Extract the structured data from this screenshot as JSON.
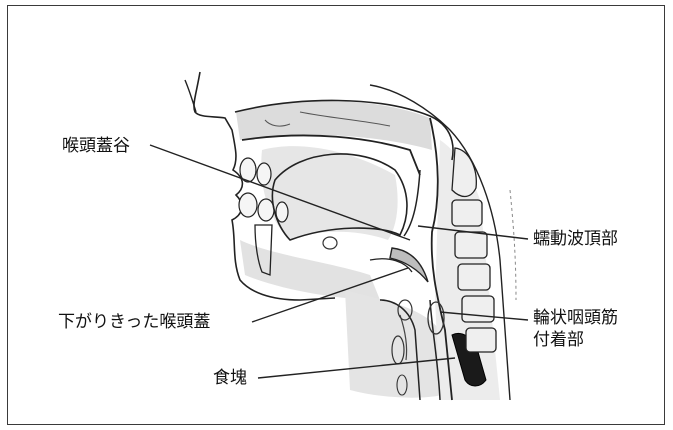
{
  "labels": {
    "epiglottic_vallecula": "喉頭蓋谷",
    "peristaltic_wave_apex": "蠕動波頂部",
    "lowered_epiglottis": "下がりきった喉頭蓋",
    "cricopharyngeus_line1": "輪状咽頭筋",
    "cricopharyngeus_line2": "付着部",
    "bolus": "食塊"
  },
  "colors": {
    "line": "#222222",
    "shade": "#d9d9d9",
    "bolus": "#1a1a1a",
    "frame": "#3a3a3a"
  }
}
